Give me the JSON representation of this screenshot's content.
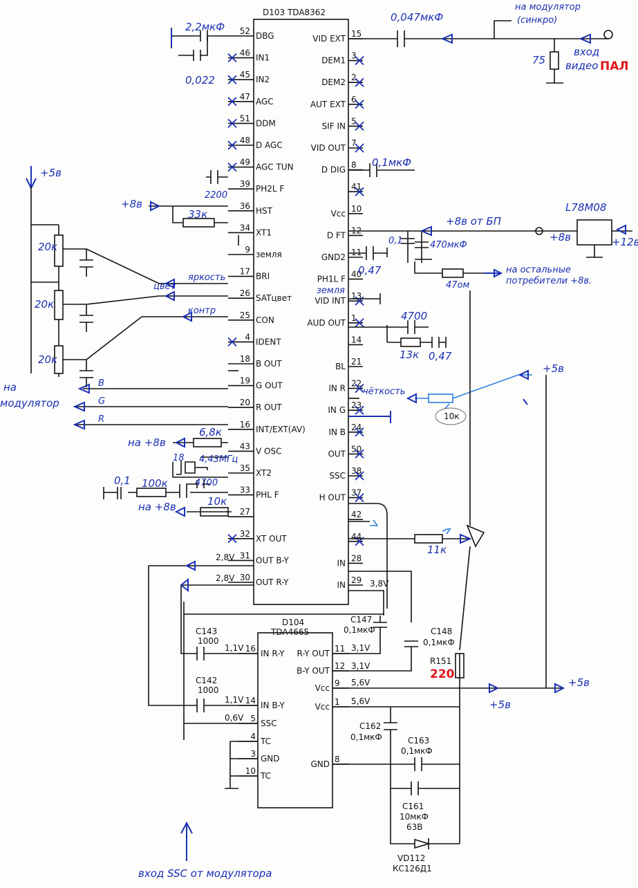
{
  "d103": {
    "title": "D103  TDA8362",
    "left_pins": [
      {
        "num": "52",
        "name": "DBG"
      },
      {
        "num": "46",
        "name": "IN1"
      },
      {
        "num": "45",
        "name": "IN2"
      },
      {
        "num": "47",
        "name": "AGC"
      },
      {
        "num": "51",
        "name": "DDM"
      },
      {
        "num": "48",
        "name": "D AGC"
      },
      {
        "num": "49",
        "name": "AGC TUN"
      },
      {
        "num": "39",
        "name": "PH2L F"
      },
      {
        "num": "36",
        "name": "HST"
      },
      {
        "num": "34",
        "name": "XT1"
      },
      {
        "num": "9",
        "name": "земля"
      },
      {
        "num": "17",
        "name": "BRI"
      },
      {
        "num": "26",
        "name": "SATцвет"
      },
      {
        "num": "25",
        "name": "CON"
      },
      {
        "num": "4",
        "name": "IDENT"
      },
      {
        "num": "18",
        "name": "B OUT"
      },
      {
        "num": "19",
        "name": "G OUT"
      },
      {
        "num": "20",
        "name": "R OUT"
      },
      {
        "num": "16",
        "name": "INT/EXT(AV)"
      },
      {
        "num": "43",
        "name": "V OSC"
      },
      {
        "num": "35",
        "name": "XT2"
      },
      {
        "num": "33",
        "name": "PHL F"
      },
      {
        "num": "27",
        "name": ""
      },
      {
        "num": "32",
        "name": "XT OUT"
      },
      {
        "num": "31",
        "name": "OUT B-Y"
      },
      {
        "num": "30",
        "name": "OUT R-Y"
      }
    ],
    "right_pins": [
      {
        "num": "15",
        "name": "VID EXT"
      },
      {
        "num": "3",
        "name": "DEM1"
      },
      {
        "num": "2",
        "name": "DEM2"
      },
      {
        "num": "6",
        "name": "AUT EXT"
      },
      {
        "num": "5",
        "name": "SIF IN"
      },
      {
        "num": "7",
        "name": "VID OUT"
      },
      {
        "num": "8",
        "name": "D DIG"
      },
      {
        "num": "41",
        "name": ""
      },
      {
        "num": "10",
        "name": "Vcc"
      },
      {
        "num": "12",
        "name": "D FT"
      },
      {
        "num": "11",
        "name": "GND2"
      },
      {
        "num": "40",
        "name": "PH1L F"
      },
      {
        "num": "13",
        "name": "VID INT"
      },
      {
        "num": "1",
        "name": "AUD OUT"
      },
      {
        "num": "14",
        "name": ""
      },
      {
        "num": "21",
        "name": "BL"
      },
      {
        "num": "22",
        "name": "IN R"
      },
      {
        "num": "23",
        "name": "IN G"
      },
      {
        "num": "24",
        "name": "IN B"
      },
      {
        "num": "50",
        "name": "OUT"
      },
      {
        "num": "38",
        "name": "SSC"
      },
      {
        "num": "37",
        "name": "H OUT"
      },
      {
        "num": "42",
        "name": ""
      },
      {
        "num": "44",
        "name": ""
      },
      {
        "num": "28",
        "name": "IN"
      },
      {
        "num": "29",
        "name": "IN"
      }
    ],
    "gnd2_note": "земля"
  },
  "d104": {
    "title": "D104",
    "chip": "TDA4665",
    "left_pins": [
      {
        "num": "16",
        "name": "IN  R-Y"
      },
      {
        "num": "14",
        "name": "IN  B-Y"
      },
      {
        "num": "5",
        "name": "SSC"
      },
      {
        "num": "4",
        "name": "TC"
      },
      {
        "num": "3",
        "name": "GND"
      },
      {
        "num": "10",
        "name": "TC"
      }
    ],
    "right_pins": [
      {
        "num": "11",
        "name": "R-Y  OUT"
      },
      {
        "num": "12",
        "name": "B-Y  OUT"
      },
      {
        "num": "9",
        "name": "Vcc"
      },
      {
        "num": "1",
        "name": "Vcc"
      },
      {
        "num": "8",
        "name": "GND"
      }
    ]
  },
  "printed_labels": {
    "c143": "C143",
    "c143_val": "1000",
    "c142": "C142",
    "c142_val": "1000",
    "c147": "C147",
    "c147_val": "0,1мкФ",
    "c148": "C148",
    "c148_val": "0,1мкФ",
    "r151": "R151",
    "r151_val": "220",
    "c162": "C162",
    "c162_val": "0,1мкФ",
    "c163": "C163",
    "c163_val": "0,1мкФ",
    "c161": "C161",
    "c161_val": "10мкФ",
    "c161_v": "63В",
    "vd112": "VD112",
    "vd112_type": "КС126Д1",
    "v_16": "1,1V",
    "v_14": "1,1V",
    "v_5": "0,6V",
    "v_11": "3,1V",
    "v_12": "3,1V",
    "v_9": "5,6V",
    "v_1": "5,6V",
    "v_31": "2,8V",
    "v_30": "2,8V",
    "v_29": "3,8V"
  },
  "handwritten": {
    "cap_22": "2,2мкФ",
    "cap_022": "0,022",
    "cap_0047": "0,047мкФ",
    "to_mod_sync": "на модулятор",
    "sync": "(синкро)",
    "res_75": "75",
    "video_in": "вход",
    "video_in2": "видео",
    "pal": "ПАЛ",
    "cap_01_dig": "0,1мкФ",
    "cap_2200": "2200",
    "plus8_hst": "+8в",
    "res_33k": "33к",
    "reg": "L78M08",
    "plus8_bp": "+8в  от БП",
    "plus8": "+8в",
    "plus12": "+12в",
    "cap_01": "0,1",
    "cap_470": "470мкФ",
    "cap_047": "0,47",
    "res_47": "47ом",
    "others1": "на остальные",
    "others2": "потребители +8в.",
    "plus5_top": "+5в",
    "pot1": "20к",
    "pot2": "20к",
    "pot3": "20к",
    "bright": "яркость",
    "color": "цвет",
    "contr": "контр",
    "cap_4700": "4700",
    "res_13k": "13к",
    "cap_047b": "0,47",
    "sharpness": "чёткость",
    "res_10k_tag": "10к",
    "plus5_sharp": "+5в",
    "to_mod1": "на",
    "to_mod2": "модулятор",
    "b": "B",
    "g": "G",
    "r": "R",
    "plus8_int": "на +8в",
    "res_68k": "6,8к",
    "xtal18": "18",
    "xtal443": "4,43МГц",
    "cap_01b": "0,1",
    "res_100k": "100к",
    "cap_4700b": "4700",
    "plus8_27": "на +8в",
    "res_10k": "10к",
    "res_11k": "11к",
    "plus5_right": "+5в",
    "plus5_bottom": "+5в",
    "ssc_in": "вход SSC от модулятора"
  }
}
